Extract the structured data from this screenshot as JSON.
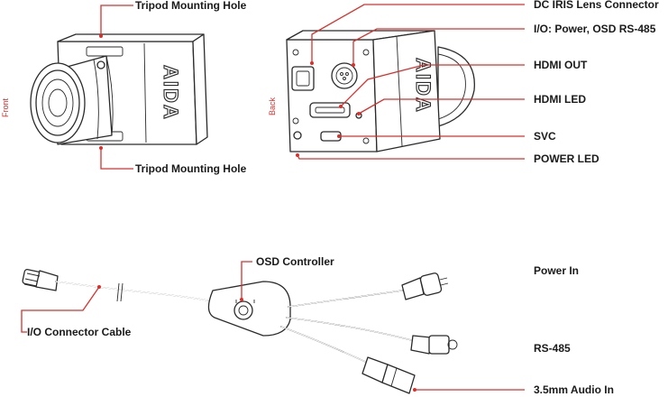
{
  "front_view": {
    "side_label": "Front",
    "top_callout": "Tripod Mounting Hole",
    "bottom_callout": "Tripod Mounting Hole",
    "brand_mark": "AIDA"
  },
  "back_view": {
    "side_label": "Back",
    "brand_mark": "AIDA",
    "callouts": [
      "DC IRIS Lens Connector",
      "I/O: Power, OSD RS-485",
      "HDMI OUT",
      "HDMI LED",
      "SVC",
      "POWER LED"
    ]
  },
  "cable": {
    "osd_label": "OSD Controller",
    "cable_label": "I/O Connector Cable",
    "outputs": [
      "Power In",
      "RS-485",
      "3.5mm Audio In"
    ]
  },
  "colors": {
    "accent": "#d9302c",
    "ink": "#2a2a2a"
  }
}
